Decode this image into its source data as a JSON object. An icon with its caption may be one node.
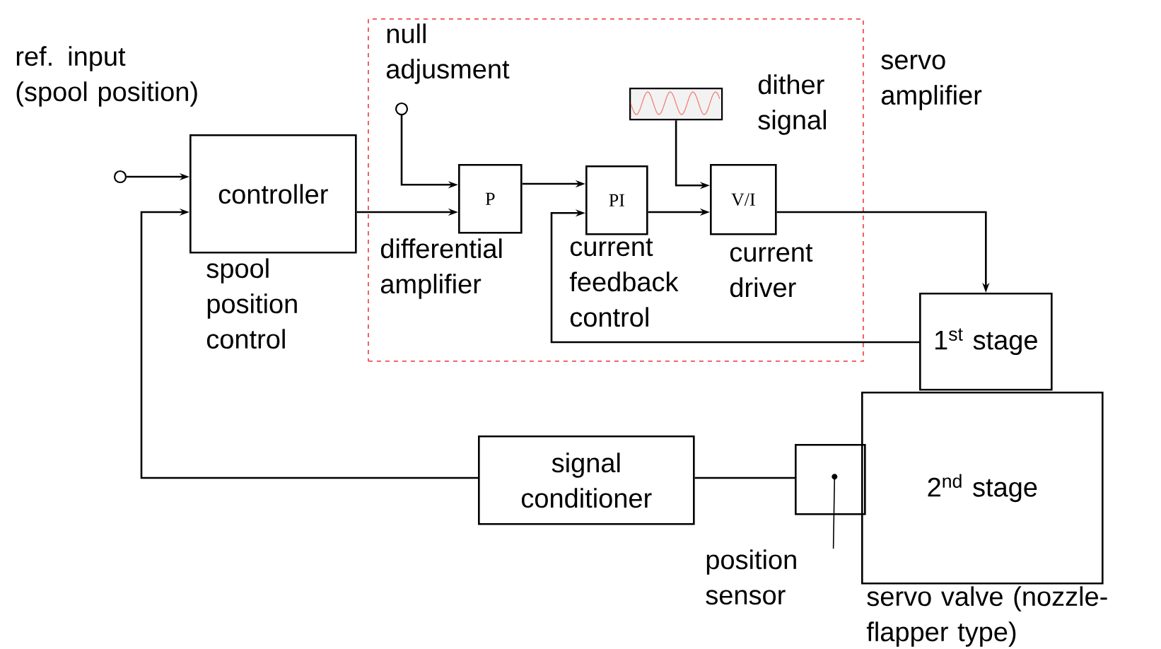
{
  "diagram": {
    "nodes": [
      {
        "text": [
          "servo amplifier"
        ]
      },
      {
        "text": [
          "controller"
        ],
        "beside": [
          "spool position control"
        ]
      },
      {
        "text": [
          "P"
        ],
        "in": 0,
        "beside": [
          "differential amplifier"
        ]
      },
      {
        "text": [
          "PI"
        ],
        "in": 0,
        "beside": [
          "current feedback control"
        ]
      },
      {
        "text": [
          "V/I"
        ],
        "in": 0,
        "beside": [
          "current driver"
        ]
      },
      {
        "text": [],
        "shape": "picture",
        "in": 0,
        "beside": [
          "dither signal"
        ]
      },
      {
        "text": [],
        "shape": "circle"
      },
      {
        "text": [],
        "shape": "circle",
        "in": 0,
        "beside": [
          "null adjusment"
        ]
      },
      {
        "text": [
          "1$^{st}$ stage"
        ]
      },
      {
        "text": [
          "2$^{nd}$ stage"
        ],
        "beside": [
          "servo valve (nozzle-flapper type)"
        ]
      },
      {
        "text": [
          "signal conditioner"
        ]
      },
      {
        "text": [],
        "shape": "box"
      },
      {
        "text": [
          "position sensor"
        ]
      }
    ],
    "edges": [
      {
        "from": 6,
        "to": 1,
        "arrow": "to"
      },
      {
        "from": 7,
        "to": 2,
        "arrow": "to"
      },
      {
        "from": 1,
        "to": 2,
        "arrow": "to"
      },
      {
        "from": 2,
        "to": 3,
        "arrow": "to"
      },
      {
        "from": 8,
        "to": 3,
        "arrow": "to"
      },
      {
        "from": 3,
        "to": 4,
        "arrow": "to"
      },
      {
        "from": 5,
        "to": 4,
        "arrow": "to"
      },
      {
        "from": 4,
        "to": 8,
        "arrow": "to"
      },
      {
        "from": 11,
        "to": 10,
        "arrow": "none"
      },
      {
        "from": 10,
        "to": 1,
        "arrow": "to"
      },
      {
        "from": 12,
        "to": 11,
        "arrow": "none"
      }
    ],
    "labels": [
      "ref. input (spool position)"
    ]
  }
}
